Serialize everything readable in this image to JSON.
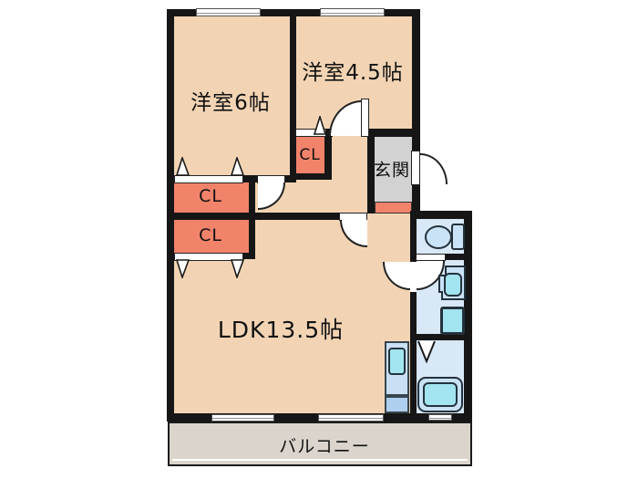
{
  "floorplan": {
    "rooms": {
      "bedroom6": {
        "label": "洋室6帖"
      },
      "bedroom45": {
        "label": "洋室4.5帖"
      },
      "ldk": {
        "label": "LDK13.5帖"
      },
      "genkan": {
        "label": "玄関"
      },
      "balcony": {
        "label": "バルコニー"
      },
      "closet_left_upper": {
        "label": "CL"
      },
      "closet_left_lower": {
        "label": "CL"
      },
      "closet_mid": {
        "label": "CL"
      }
    },
    "fixtures": [
      "toilet-icon",
      "washbasin-icon",
      "washing-machine-icon",
      "bathtub-icon",
      "kitchen-sink-icon",
      "folding-door-icon",
      "door-swing-icon",
      "sliding-door-icon",
      "window-icon"
    ],
    "colors": {
      "room_fill": "#F2D4B4",
      "closet_fill": "#F2836B",
      "genkan_fill": "#D2D2D2",
      "wet_fill": "#D8E8F7",
      "fixture_fill": "#A2E4EF",
      "balcony_fill": "#DAD4CC",
      "wall": "#161616"
    }
  }
}
